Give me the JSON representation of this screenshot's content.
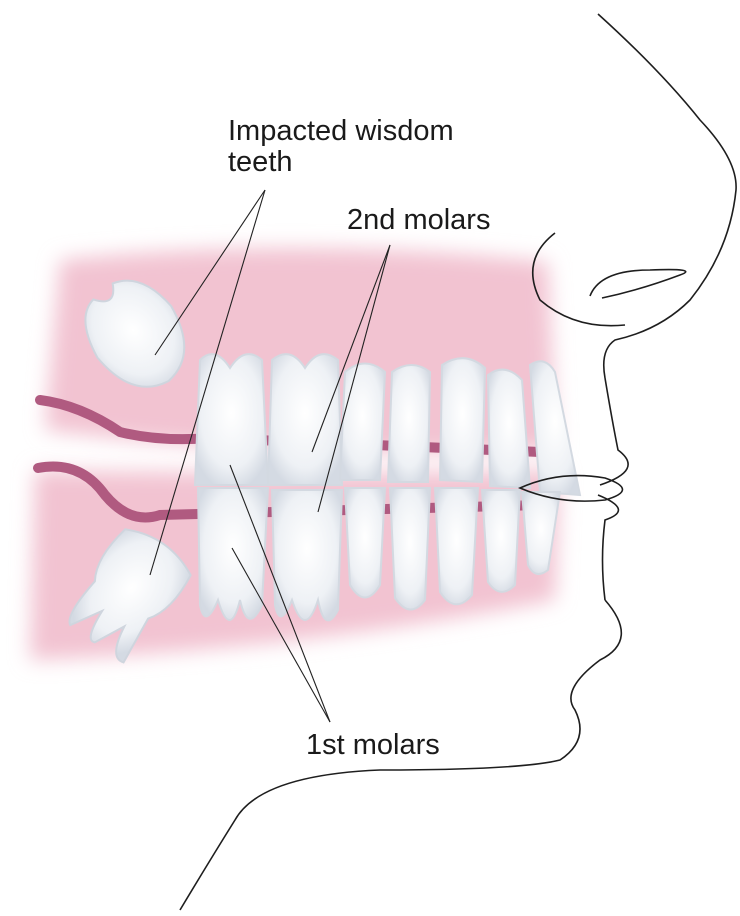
{
  "labels": {
    "impacted_line1": "Impacted wisdom",
    "impacted_line2": "teeth",
    "second_molars": "2nd molars",
    "first_molars": "1st molars"
  },
  "colors": {
    "gum": "#f2c6d3",
    "gum_edge": "#f8dde5",
    "tooth": "#f1f3f6",
    "tooth_shade": "#d9dee6",
    "nerve": "#b05a80",
    "outline": "#1e1e1e"
  }
}
